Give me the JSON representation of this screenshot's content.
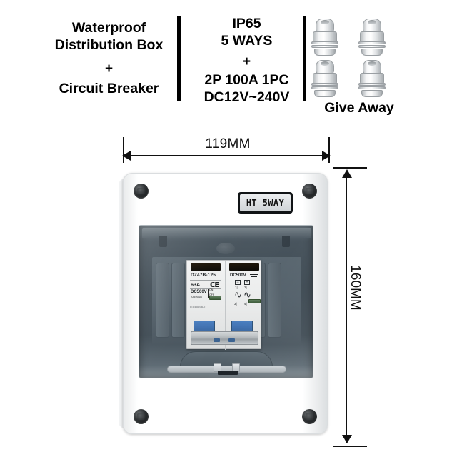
{
  "header": {
    "column_1": {
      "line_1": "Waterproof",
      "line_2": "Distribution Box",
      "plus": "+",
      "line_3": "Circuit Breaker"
    },
    "column_2": {
      "line_1": "IP65",
      "line_2": "5 WAYS",
      "plus": "+",
      "line_3": "2P 100A 1PC",
      "line_4": "DC12V~240V"
    },
    "giveaway": {
      "label": "Give Away",
      "item_count": 4,
      "item_name": "cable-gland"
    }
  },
  "dimensions": {
    "width_label": "119MM",
    "height_label": "160MM"
  },
  "product": {
    "nameplate": "HT 5WAY",
    "breaker": {
      "left_pole": {
        "model": "DZ47B-125",
        "current": "63A",
        "voltage": "DC500V",
        "breaking_capacity": "Icu=6kA",
        "standard": "IEC60898-2",
        "ce_mark": "CE",
        "on_label": "ON",
        "off_label": "OFF"
      },
      "right_pole": {
        "voltage": "DC500V",
        "terminal_minus": "−",
        "terminal_plus": "+",
        "terminal_label_1": "1|",
        "terminal_label_2": "2|",
        "terminal_label_3": "3|",
        "terminal_label_4": "4|",
        "coil_symbol_1": "∿",
        "coil_symbol_2": "∿"
      }
    }
  },
  "colors": {
    "text": "#000000",
    "box_body": "#ffffff",
    "window": "#414d56",
    "breaker_body": "#eceded",
    "toggle_blue": "#3f6fae",
    "screw": "#2c2f31"
  }
}
